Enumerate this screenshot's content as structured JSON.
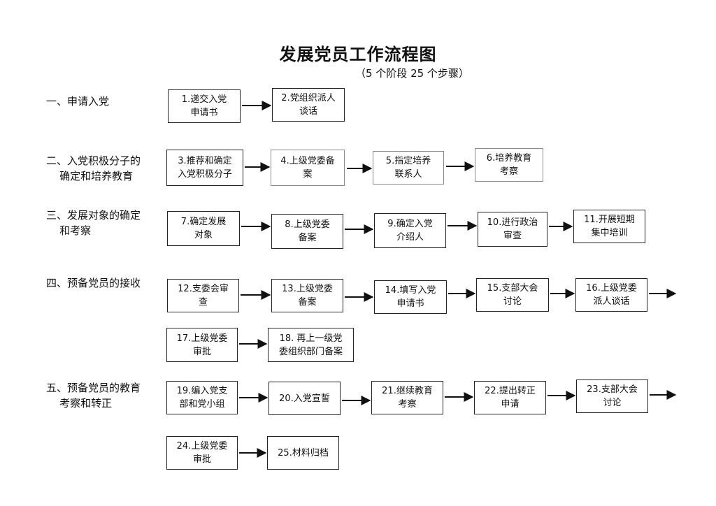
{
  "title": "发展党员工作流程图",
  "subtitle": "（5 个阶段 25 个步骤）",
  "stages": [
    "一、申请入党",
    "二、入党积极分子的\n    确定和培养教育",
    "三、发展对象的确定\n    和考察",
    "四、预备党员的接收",
    "五、预备党员的教育\n    考察和转正"
  ],
  "steps": [
    "1.递交入党\n申请书",
    "2.党组织派人\n谈话",
    "3.推荐和确定\n入党积极分子",
    "4.上级党委备\n案",
    "5.指定培养\n联系人",
    "6.培养教育\n考察",
    "7.确定发展\n对象",
    "8.上级党委\n备案",
    "9.确定入党\n介绍人",
    "10.进行政治\n审查",
    "11.开展短期\n集中培训",
    "12.支委会审\n查",
    "13.上级党委\n备案",
    "14.填写入党\n申请书",
    "15.支部大会\n讨论",
    "16.上级党委\n派人谈话",
    "17.上级党委\n审批",
    "18. 再上一级党\n委组织部门备案",
    "19.编入党支\n部和党小组",
    "20.入党宣誓",
    "21.继续教育\n考察",
    "22.提出转正\n申请",
    "23.支部大会\n讨论",
    "24.上级党委\n审批",
    "25.材料归档"
  ]
}
